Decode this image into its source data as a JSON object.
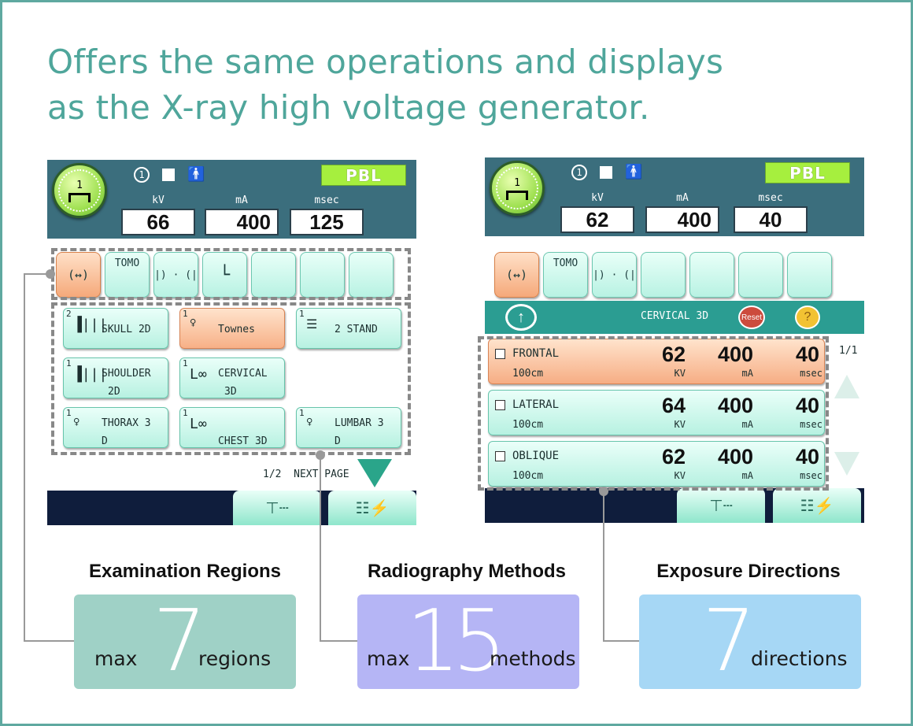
{
  "headline": {
    "line1": "Offers the same operations and displays",
    "line2": "as the X-ray high voltage generator."
  },
  "screen_left": {
    "mode_number": "1",
    "indicator_number": "1",
    "pbl_label": "PBL",
    "params": [
      {
        "label": "kV",
        "value": "66"
      },
      {
        "label": "mA",
        "value": "400"
      },
      {
        "label": "msec",
        "value": "125"
      }
    ],
    "regions": [
      {
        "label": "",
        "icon": "head-icon",
        "selected": true
      },
      {
        "label": "TOMO",
        "icon": "",
        "selected": false
      },
      {
        "label": "|) · (|",
        "icon": "",
        "selected": false
      },
      {
        "label": "",
        "icon": "foot-icon",
        "selected": false
      },
      {
        "label": "",
        "icon": "",
        "selected": false
      },
      {
        "label": "",
        "icon": "",
        "selected": false
      },
      {
        "label": "",
        "icon": "",
        "selected": false
      }
    ],
    "methods": [
      {
        "count": "2",
        "line1": "SKULL 2D",
        "line2": "",
        "selected": false
      },
      {
        "count": "1",
        "line1": "Townes",
        "line2": "",
        "selected": true
      },
      {
        "count": "1",
        "line1": "2 STAND",
        "line2": "",
        "selected": false
      },
      {
        "count": "1",
        "line1": "SHOULDER",
        "line2": "2D",
        "selected": false
      },
      {
        "count": "1",
        "line1": "CERVICAL",
        "line2": "3D",
        "selected": false
      },
      {
        "count": "1",
        "line1": "THORAX 3",
        "line2": "D",
        "selected": false
      },
      {
        "count": "1",
        "line1": "",
        "line2": "CHEST 3D",
        "selected": false
      },
      {
        "count": "1",
        "line1": "LUMBAR 3",
        "line2": "D",
        "selected": false
      }
    ],
    "page": "1/2",
    "next_page": "NEXT PAGE"
  },
  "screen_right": {
    "mode_number": "1",
    "indicator_number": "1",
    "pbl_label": "PBL",
    "params": [
      {
        "label": "kV",
        "value": "62"
      },
      {
        "label": "mA",
        "value": "400"
      },
      {
        "label": "msec",
        "value": "40"
      }
    ],
    "regions": [
      {
        "label": "",
        "selected": true
      },
      {
        "label": "TOMO",
        "selected": false
      },
      {
        "label": "|) · (|",
        "selected": false
      },
      {
        "label": "",
        "selected": false
      },
      {
        "label": "",
        "selected": false
      },
      {
        "label": "",
        "selected": false
      },
      {
        "label": "",
        "selected": false
      }
    ],
    "bar_title": "CERVICAL 3D",
    "reset_label": "Reset",
    "directions": [
      {
        "name": "FRONTAL",
        "distance": "100cm",
        "kv": "62",
        "ma": "400",
        "msec": "40",
        "kv_unit": "KV",
        "ma_unit": "mA",
        "msec_unit": "msec",
        "selected": true
      },
      {
        "name": "LATERAL",
        "distance": "100cm",
        "kv": "64",
        "ma": "400",
        "msec": "40",
        "kv_unit": "KV",
        "ma_unit": "mA",
        "msec_unit": "msec",
        "selected": false
      },
      {
        "name": "OBLIQUE",
        "distance": "100cm",
        "kv": "62",
        "ma": "400",
        "msec": "40",
        "kv_unit": "KV",
        "ma_unit": "mA",
        "msec_unit": "msec",
        "selected": false
      }
    ],
    "page": "1/1"
  },
  "categories": [
    {
      "title": "Examination Regions",
      "prefix": "max",
      "number": "7",
      "unit": "regions",
      "color": "#9fd1c6"
    },
    {
      "title": "Radiography Methods",
      "prefix": "max",
      "number": "15",
      "unit": "methods",
      "color": "#b5b5f5"
    },
    {
      "title": "Exposure Directions",
      "prefix": "",
      "number": "7",
      "unit": "directions",
      "color": "#a6d7f5"
    }
  ]
}
